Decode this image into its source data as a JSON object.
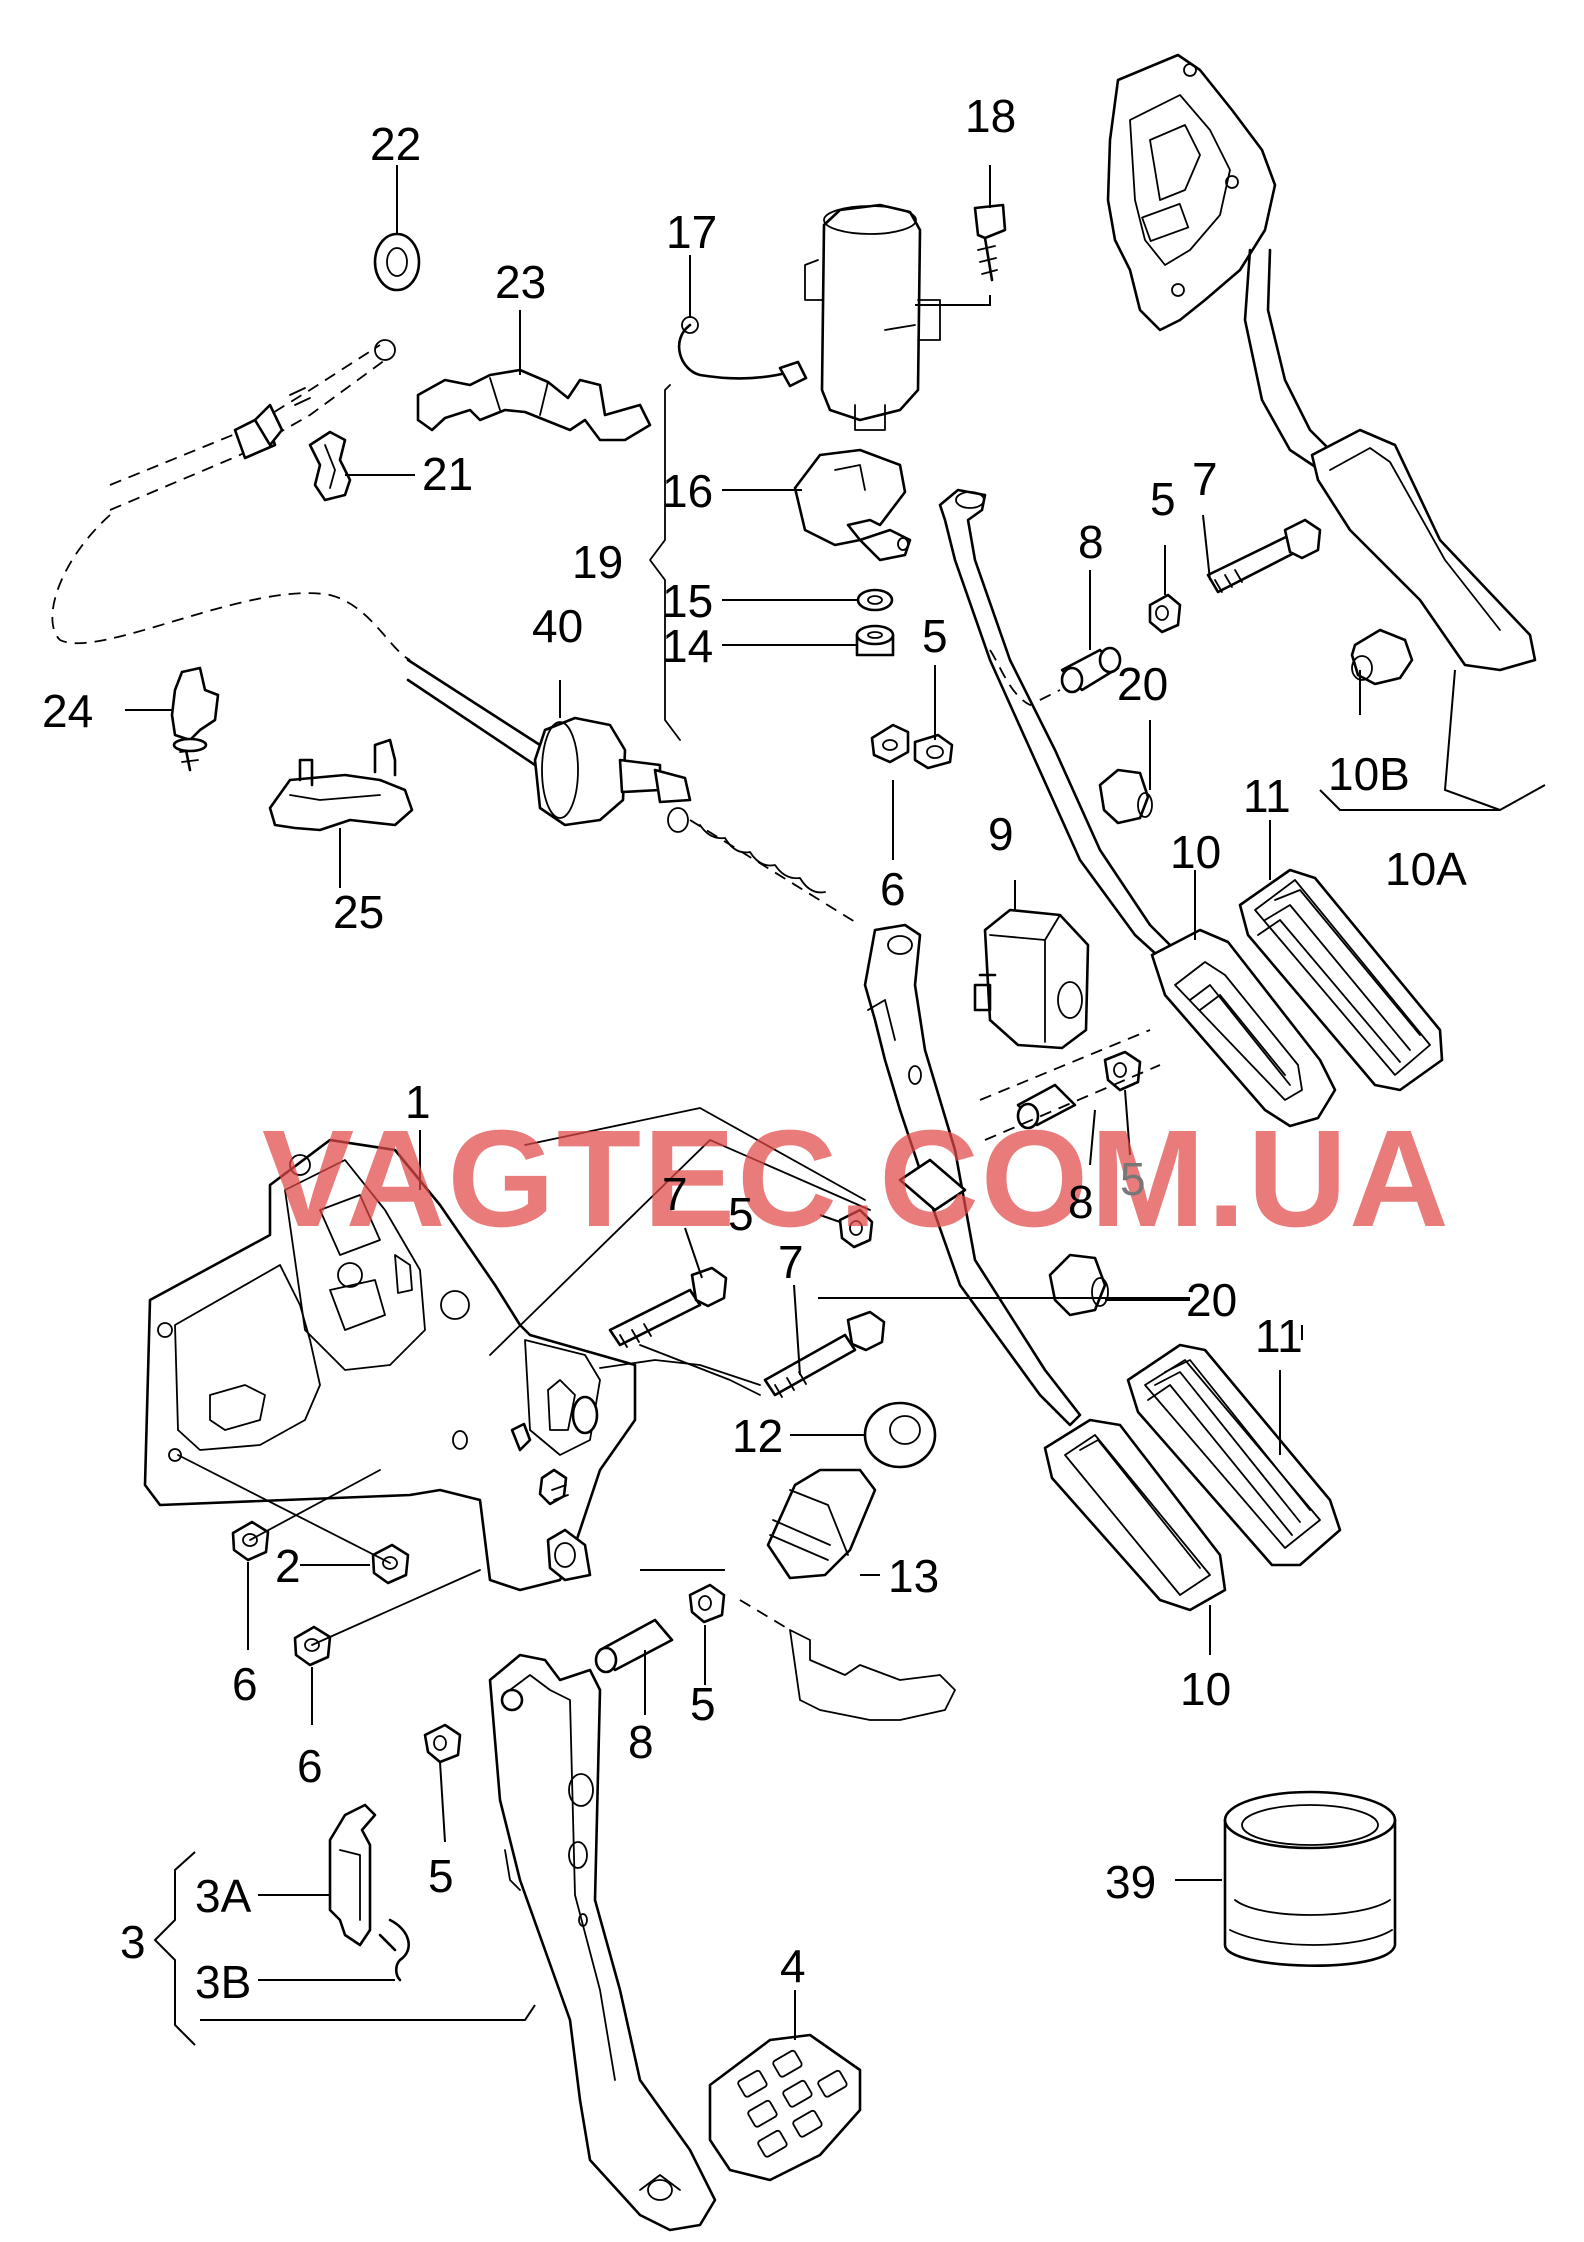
{
  "watermark": "VAGTEC.COM.UA",
  "labels": {
    "l1": "1",
    "l2": "2",
    "l3": "3",
    "l3a": "3A",
    "l3b": "3B",
    "l4": "4",
    "l5": "5",
    "l6": "6",
    "l7": "7",
    "l8": "8",
    "l9": "9",
    "l10": "10",
    "l10a": "10A",
    "l10b": "10B",
    "l11": "11",
    "l12": "12",
    "l13": "13",
    "l14": "14",
    "l15": "15",
    "l16": "16",
    "l17": "17",
    "l18": "18",
    "l19": "19",
    "l20": "20",
    "l21": "21",
    "l22": "22",
    "l23": "23",
    "l24": "24",
    "l25": "25",
    "l39": "39",
    "l40": "40"
  },
  "colors": {
    "line": "#000000",
    "background": "#ffffff",
    "watermark": "#e04848"
  }
}
